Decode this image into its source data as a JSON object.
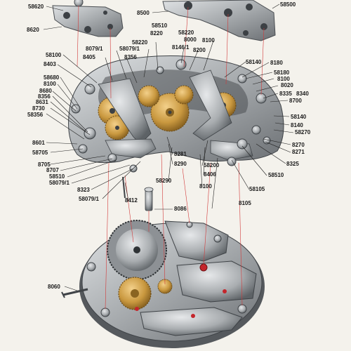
{
  "labels": [
    {
      "id": "58620-top",
      "text": "58620"
    },
    {
      "id": "8620",
      "text": "8620"
    },
    {
      "id": "8500",
      "text": "8500"
    },
    {
      "id": "58500",
      "text": "58500"
    },
    {
      "id": "58510-a",
      "text": "58510"
    },
    {
      "id": "8220-a",
      "text": "8220"
    },
    {
      "id": "58220-a",
      "text": "58220"
    },
    {
      "id": "8000",
      "text": "8000"
    },
    {
      "id": "8146",
      "text": "8146/1"
    },
    {
      "id": "8200",
      "text": "8200"
    },
    {
      "id": "8079-1a",
      "text": "8079/1"
    },
    {
      "id": "58079-1a",
      "text": "58079/1"
    },
    {
      "id": "58220-b",
      "text": "58220"
    },
    {
      "id": "8100-a",
      "text": "8100"
    },
    {
      "id": "58100",
      "text": "58100"
    },
    {
      "id": "8405",
      "text": "8405"
    },
    {
      "id": "8356-a",
      "text": "8356"
    },
    {
      "id": "8403",
      "text": "8403"
    },
    {
      "id": "58140-a",
      "text": "58140"
    },
    {
      "id": "8180",
      "text": "8180"
    },
    {
      "id": "58680",
      "text": "58680"
    },
    {
      "id": "58180",
      "text": "58180"
    },
    {
      "id": "8100-b",
      "text": "8100"
    },
    {
      "id": "8100-c",
      "text": "8100"
    },
    {
      "id": "8020",
      "text": "8020"
    },
    {
      "id": "8680",
      "text": "8680"
    },
    {
      "id": "8335",
      "text": "8335"
    },
    {
      "id": "8340",
      "text": "8340"
    },
    {
      "id": "8356-b",
      "text": "8356"
    },
    {
      "id": "8631",
      "text": "8631"
    },
    {
      "id": "8700",
      "text": "8700"
    },
    {
      "id": "8730",
      "text": "8730"
    },
    {
      "id": "58356",
      "text": "58356"
    },
    {
      "id": "58140-b",
      "text": "58140"
    },
    {
      "id": "8140",
      "text": "8140"
    },
    {
      "id": "58270",
      "text": "58270"
    },
    {
      "id": "8601",
      "text": "8601"
    },
    {
      "id": "8270",
      "text": "8270"
    },
    {
      "id": "58705",
      "text": "58705"
    },
    {
      "id": "8271",
      "text": "8271"
    },
    {
      "id": "8281",
      "text": "8281"
    },
    {
      "id": "8325",
      "text": "8325"
    },
    {
      "id": "8705",
      "text": "8705"
    },
    {
      "id": "8290",
      "text": "8290"
    },
    {
      "id": "58200",
      "text": "58200"
    },
    {
      "id": "8707",
      "text": "8707"
    },
    {
      "id": "8406",
      "text": "8406"
    },
    {
      "id": "58510-b",
      "text": "58510"
    },
    {
      "id": "58510-c",
      "text": "58510"
    },
    {
      "id": "58079-1b",
      "text": "58079/1"
    },
    {
      "id": "58290",
      "text": "58290"
    },
    {
      "id": "8323",
      "text": "8323"
    },
    {
      "id": "8100-d",
      "text": "8100"
    },
    {
      "id": "58105",
      "text": "58105"
    },
    {
      "id": "58079-1c",
      "text": "58079/1"
    },
    {
      "id": "8412",
      "text": "8412"
    },
    {
      "id": "8105",
      "text": "8105"
    },
    {
      "id": "8086",
      "text": "8086"
    },
    {
      "id": "8060",
      "text": "8060"
    }
  ],
  "colors": {
    "background": "#f4f2ec",
    "steel": "#a9adb0",
    "steel_dark": "#5d6266",
    "steel_light": "#d3d6d8",
    "brass": "#c9983f",
    "jewel": "#c4262c",
    "leader_red": "#d23a3a"
  }
}
